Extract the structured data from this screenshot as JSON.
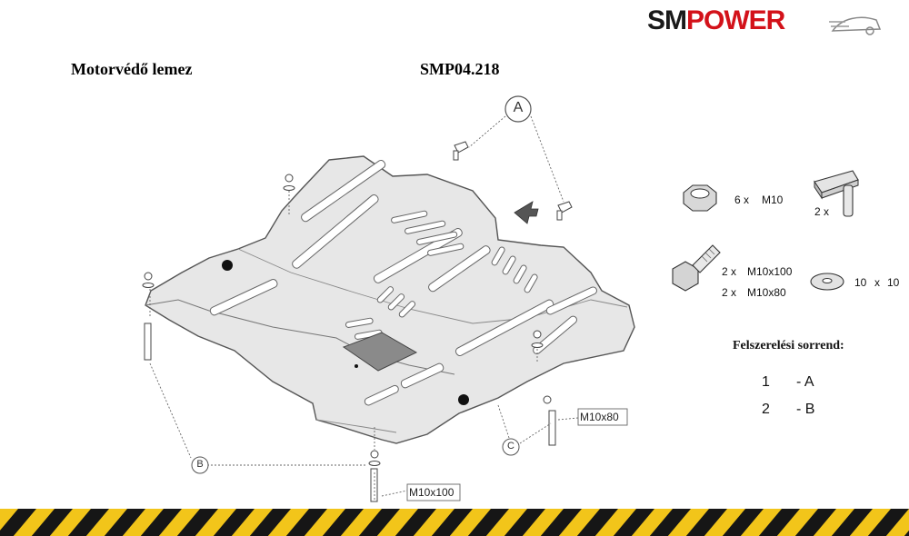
{
  "brand": {
    "sm": "SM",
    "power": "POWER",
    "colors": {
      "dark": "#1a1a1a",
      "red": "#d3121a"
    }
  },
  "document": {
    "title": "Motorvédő lemez",
    "part_number": "SMP04.218"
  },
  "callouts": {
    "a": "A",
    "b": "B",
    "c": "C",
    "bolt_right": "M10x80",
    "bolt_bottom": "M10x100"
  },
  "hardware": {
    "nut_qty": "6 x",
    "nut_size": "M10",
    "clip_qty": "2 x",
    "bolt_line1_qty": "2 x",
    "bolt_line1_size": "M10x100",
    "bolt_line2_qty": "2 x",
    "bolt_line2_size": "M10x80",
    "washer_qty": "10",
    "washer_x": "x",
    "washer_size": "10"
  },
  "sequence": {
    "title": "Felszerelési sorrend:",
    "steps": [
      {
        "num": "1",
        "label": "- A"
      },
      {
        "num": "2",
        "label": "- B"
      }
    ]
  },
  "icons": [
    "nut-icon",
    "clip-icon",
    "bolt-icon",
    "washer-icon",
    "arrow-icon"
  ],
  "stripe_colors": {
    "yellow": "#f2c51a",
    "black": "#161616"
  }
}
